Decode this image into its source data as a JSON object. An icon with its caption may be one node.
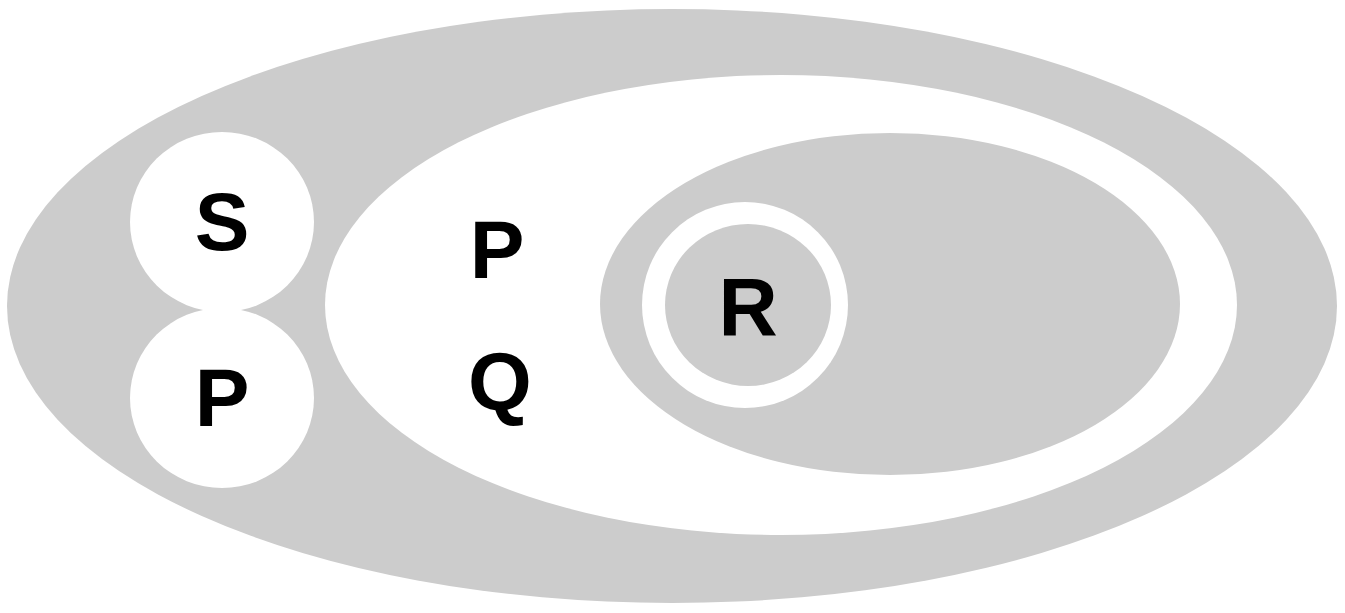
{
  "diagram": {
    "nodes": [
      {
        "text": [],
        "shape": "ellipse"
      },
      {
        "text": [
          "S"
        ],
        "in": 0
      },
      {
        "text": [
          "P"
        ],
        "in": 0
      },
      {
        "text": [
          "P",
          "Q"
        ],
        "in": 0
      },
      {
        "text": [],
        "shape": "ellipse",
        "in": 3
      },
      {
        "text": [],
        "shape": "circle",
        "in": 4
      },
      {
        "text": [
          "R"
        ],
        "in": 5
      }
    ],
    "edges": []
  }
}
